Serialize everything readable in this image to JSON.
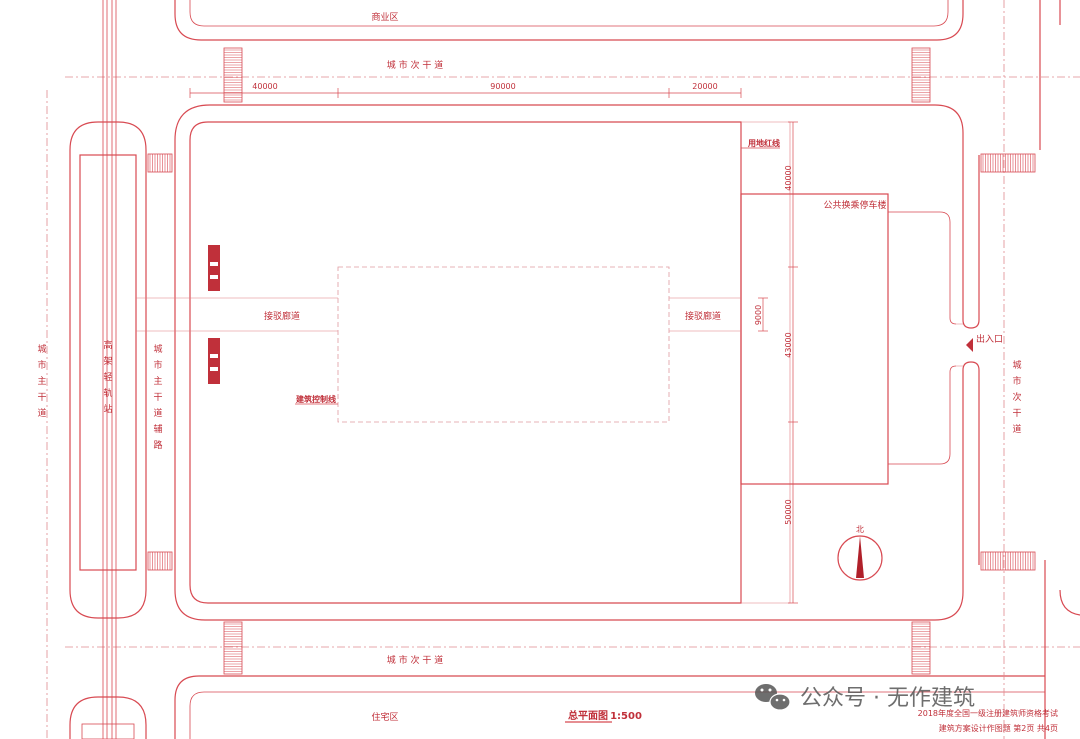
{
  "labels": {
    "commercial_zone": "商业区",
    "secondary_road_top": "城 市 次 干 道",
    "secondary_road_bottom": "城 市 次 干 道",
    "residential_zone": "住宅区",
    "main_road_left": "城\n市\n主\n干\n道",
    "rail_station": "高\n架\n轻\n轨\n站",
    "main_road_aux": "城\n市\n主\n干\n道\n辅\n路",
    "secondary_road_right": "城\n市\n次\n干\n道",
    "corridor_left": "接驳廊道",
    "corridor_right": "接驳廊道",
    "building_control_line": "建筑控制线",
    "property_red_line": "用地红线",
    "public_transfer_parking": "公共换乘停车楼",
    "entrance_exit": "出入口",
    "north": "北",
    "plan_title": "总平面图",
    "plan_scale": "1:500",
    "footer_line1": "2018年度全国一级注册建筑师资格考试",
    "footer_line2": "建筑方案设计作图题   第2页   共4页"
  },
  "dimensions": {
    "top_1": "40000",
    "top_2": "90000",
    "top_3": "20000",
    "right_1": "40000",
    "right_2": "43000",
    "right_3": "50000",
    "corridor": "9000"
  },
  "watermark": {
    "text": "公众号 · 无作建筑",
    "icon": "wechat-icon"
  },
  "colors": {
    "line": "#d84a52",
    "text": "#c0303a",
    "hatch_fill": "#c0303a"
  }
}
